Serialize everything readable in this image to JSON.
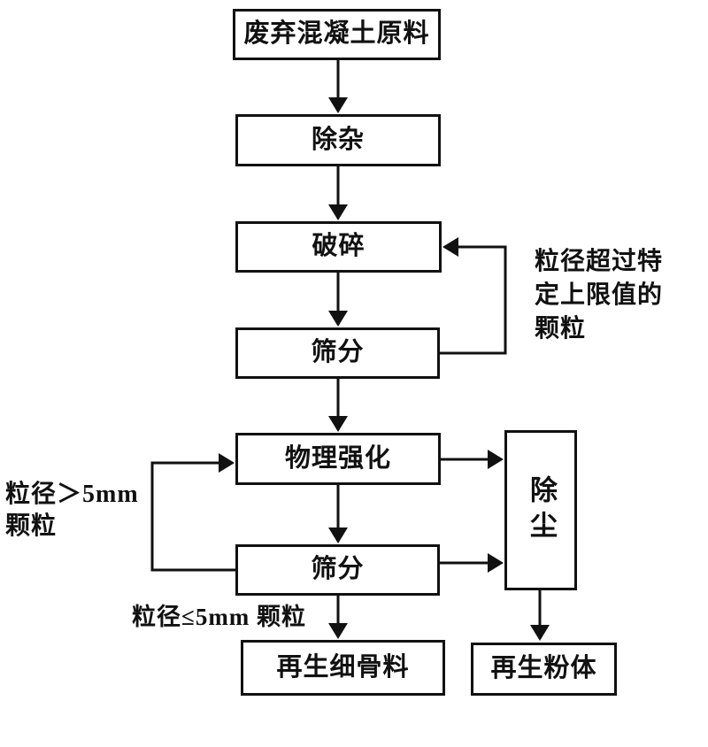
{
  "diagram": {
    "type": "flowchart",
    "subject": "waste-concrete-recycling-process",
    "nodes": [
      {
        "id": "waste-concrete",
        "label": "废弃混凝土原料"
      },
      {
        "id": "impurity-removal",
        "label": "除杂"
      },
      {
        "id": "crushing",
        "label": "破碎"
      },
      {
        "id": "screening-primary",
        "label": "筛分"
      },
      {
        "id": "physical-strengthening",
        "label": "物理强化"
      },
      {
        "id": "screening-secondary",
        "label": "筛分"
      },
      {
        "id": "recycled-fine-aggregate",
        "label": "再生细骨料"
      },
      {
        "id": "dust-removal",
        "label": "除尘"
      },
      {
        "id": "recycled-powder",
        "label": "再生粉体"
      }
    ],
    "annotations": {
      "oversize_loop_lines": [
        "粒径超过特",
        "定上限值的",
        "颗粒"
      ],
      "gt5mm_loop_lines": [
        "粒径＞5mm",
        "颗粒"
      ],
      "le5mm_label": "粒径≤5mm 颗粒"
    },
    "edges": [
      "waste-concrete -> impurity-removal",
      "impurity-removal -> crushing",
      "crushing -> screening-primary",
      "screening-primary -> physical-strengthening",
      "screening-primary -> crushing (loop: oversize particles)",
      "physical-strengthening -> screening-secondary",
      "screening-secondary -> physical-strengthening (loop: >5mm particles)",
      "physical-strengthening -> dust-removal",
      "screening-secondary -> dust-removal",
      "screening-secondary -> recycled-fine-aggregate (≤5mm particles)",
      "dust-removal -> recycled-powder"
    ],
    "colors": {
      "line": "#111111",
      "text": "#111111",
      "box_fill": "#ffffff",
      "background": "#ffffff"
    }
  }
}
